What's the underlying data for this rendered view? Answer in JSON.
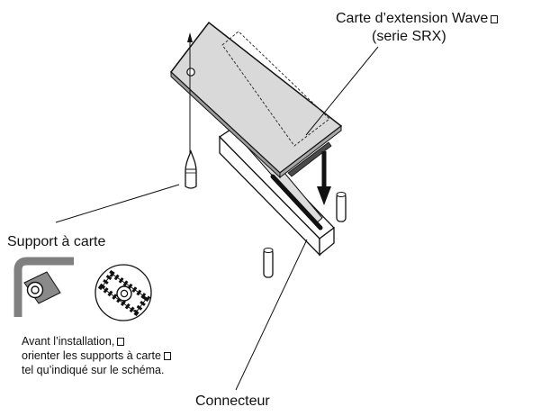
{
  "labels": {
    "card_title_line1": "Carte d’extension Wave",
    "card_title_line2": "(serie SRX)",
    "support_title": "Support à carte",
    "connector": "Connecteur",
    "note_line1": "Avant l’installation,",
    "note_line2": "orienter les supports à carte",
    "note_line3": "tel qu’indiqué sur le schéma."
  }
}
